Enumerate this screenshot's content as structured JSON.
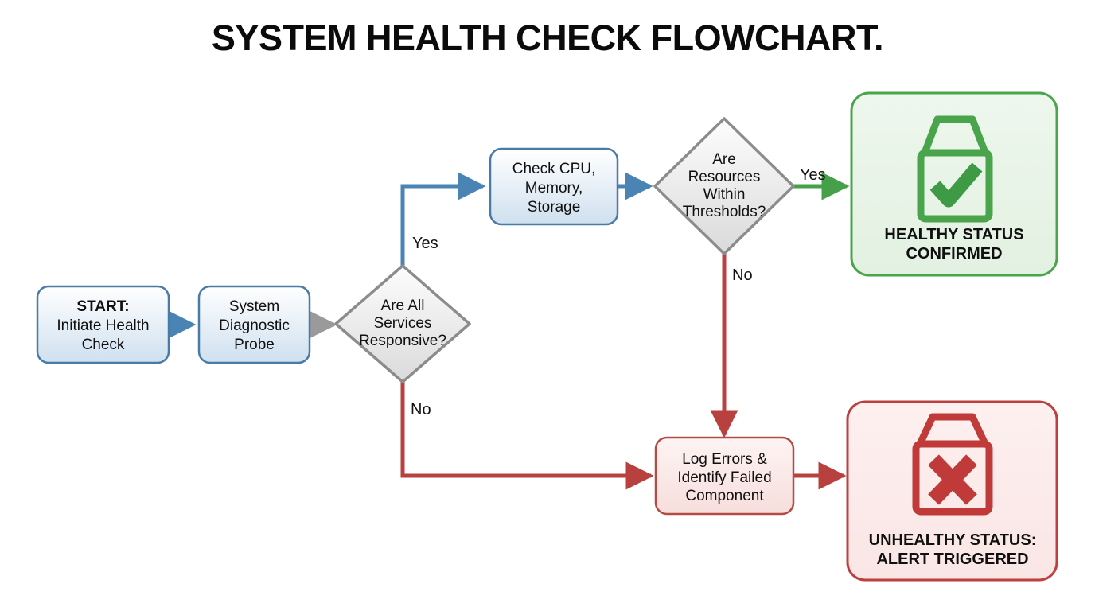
{
  "title": "SYSTEM HEALTH CHECK FLOWCHART.",
  "colors": {
    "process_fill_top": "#ffffff",
    "process_fill_bottom": "#cfe0ef",
    "process_stroke": "#4a7ba6",
    "decision_fill_top": "#fbfbfb",
    "decision_fill_bottom": "#dcdcdc",
    "decision_stroke": "#8c8c8c",
    "blue_arrow": "#4a84b4",
    "gray_arrow": "#9a9a9a",
    "green_arrow": "#46a049",
    "red_arrow": "#b8403f",
    "healthy_fill": "#e7f4e6",
    "healthy_stroke": "#49a44c",
    "unhealthy_fill": "#fbeaea",
    "unhealthy_stroke": "#bd3f3f",
    "error_fill": "#fceceb",
    "error_stroke": "#b64a44",
    "text": "#101010"
  },
  "nodes": {
    "start": {
      "name": "start-node",
      "line1": "START:",
      "line2": "Initiate Health",
      "line3": "Check"
    },
    "probe": {
      "name": "system-diagnostic-probe-node",
      "line1": "System",
      "line2": "Diagnostic",
      "line3": "Probe"
    },
    "decision_services": {
      "name": "decision-services-responsive",
      "line1": "Are All",
      "line2": "Services",
      "line3": "Responsive?"
    },
    "check_resources": {
      "name": "check-resources-node",
      "line1": "Check CPU,",
      "line2": "Memory,",
      "line3": "Storage"
    },
    "decision_thresholds": {
      "name": "decision-resources-thresholds",
      "line1": "Are",
      "line2": "Resources",
      "line3": "Within",
      "line4": "Thresholds?"
    },
    "log_errors": {
      "name": "log-errors-node",
      "line1": "Log Errors &",
      "line2": "Identify Failed",
      "line3": "Component"
    },
    "healthy": {
      "name": "healthy-status-terminal",
      "icon": "box-check-icon",
      "line1": "HEALTHY STATUS",
      "line2": "CONFIRMED"
    },
    "unhealthy": {
      "name": "unhealthy-status-terminal",
      "icon": "box-cross-icon",
      "line1": "UNHEALTHY STATUS:",
      "line2": "ALERT TRIGGERED"
    }
  },
  "edges": {
    "start_to_probe": {
      "name": "edge-start-to-probe",
      "label": ""
    },
    "probe_to_decision": {
      "name": "edge-probe-to-decision",
      "label": ""
    },
    "services_yes": {
      "name": "edge-services-yes",
      "label": "Yes"
    },
    "services_no": {
      "name": "edge-services-no",
      "label": "No"
    },
    "check_to_thresholds": {
      "name": "edge-check-to-thresholds",
      "label": ""
    },
    "thresholds_yes": {
      "name": "edge-thresholds-yes",
      "label": "Yes"
    },
    "thresholds_no": {
      "name": "edge-thresholds-no",
      "label": "No"
    },
    "log_to_unhealthy": {
      "name": "edge-log-to-unhealthy",
      "label": ""
    }
  }
}
